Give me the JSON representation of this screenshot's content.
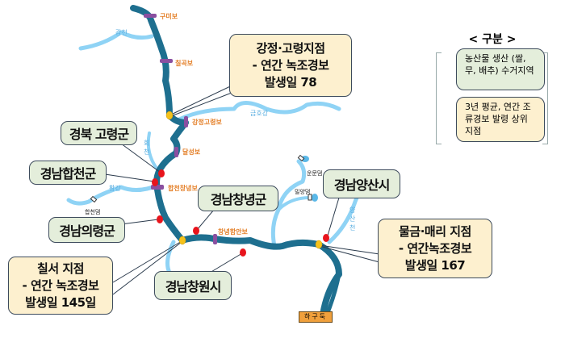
{
  "legend": {
    "title": "< 구분 >",
    "items": [
      {
        "text": "농산물 생산 (쌀, 무, 배추) 수거지역",
        "color": "#e4eedb"
      },
      {
        "text": "3년 평균, 연간 조류경보 발령 상위 지점",
        "color": "#fdf0cf"
      }
    ]
  },
  "weirs": [
    "구미보",
    "칠곡보",
    "강정고령보",
    "달성보",
    "합천창녕보",
    "창녕함안보"
  ],
  "dams": [
    "합천댐",
    "운문댐",
    "밀양댐"
  ],
  "tributaries": [
    "감천",
    "금호강",
    "회천",
    "황강",
    "양산천"
  ],
  "estuary": "하구둑",
  "regions": [
    "경북 고령군",
    "경남합천군",
    "경남의령군",
    "경남창녕군",
    "경남창원시",
    "경남양산시"
  ],
  "alert_points": [
    {
      "lines": [
        "강정·고령지점",
        "- 연간 녹조경보",
        "발생일 78"
      ]
    },
    {
      "lines": [
        "칠서 지점",
        "- 연간 녹조경보",
        "발생일 145일"
      ]
    },
    {
      "lines": [
        "물금·매리 지점",
        "- 연간녹조경보",
        "발생일 167"
      ]
    }
  ],
  "colors": {
    "river": "#1e6f8f",
    "tributary": "#5ab8e8",
    "weir": "#8a4fa0",
    "sample_site": "#e8141c",
    "alert_site": "#f5c21b"
  }
}
